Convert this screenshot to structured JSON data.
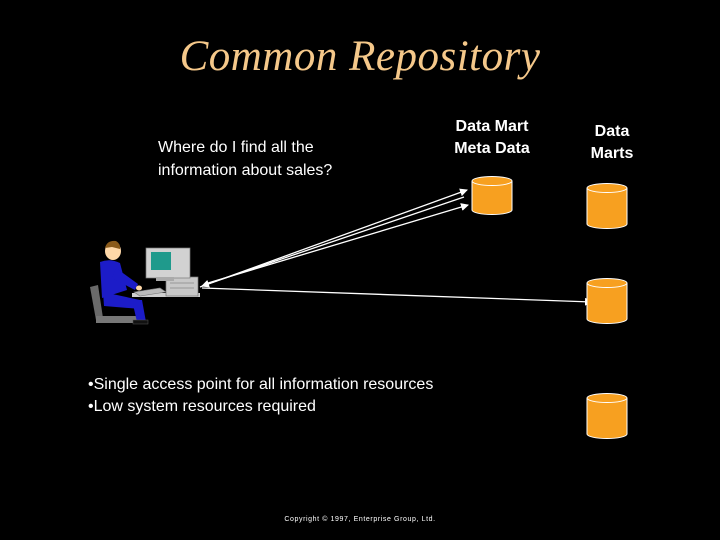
{
  "slide": {
    "title": "Common Repository",
    "question": "Where do I find all the information about sales?",
    "meta_label_line1": "Data Mart",
    "meta_label_line2": "Meta Data",
    "marts_label_line1": "Data",
    "marts_label_line2": "Marts",
    "bullets": [
      "•Single access point for all information resources",
      "•Low system resources required"
    ],
    "copyright": "Copyright © 1997, Enterprise Group, Ltd."
  },
  "colors": {
    "background": "#000000",
    "title": "#f5c88a",
    "cylinder_fill": "#f7a020",
    "cylinder_outline": "#ffffff",
    "person_shirt": "#1c1cc8",
    "monitor_screen": "#1f9a8c"
  },
  "icons": [
    "user-at-computer-icon",
    "database-cylinder-icon"
  ]
}
